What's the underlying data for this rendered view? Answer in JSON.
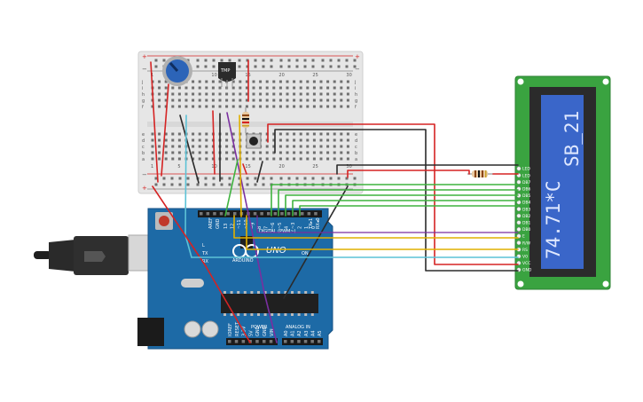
{
  "breadboard": {
    "rail_plus": "+",
    "rail_minus": "−",
    "column_numbers": [
      "1",
      "5",
      "10",
      "15",
      "20",
      "25",
      "30"
    ],
    "row_letters_top": [
      "j",
      "i",
      "h",
      "g",
      "f"
    ],
    "row_letters_bottom": [
      "e",
      "d",
      "c",
      "b",
      "a"
    ]
  },
  "sensor": {
    "label": "TMP"
  },
  "arduino": {
    "brand": "ARDUINO",
    "model": "UNO",
    "digital_header": "DIGITAL (PWM~)",
    "analog_header": "ANALOG IN",
    "power_header": "POWER",
    "reset_label": "RESET",
    "aref": "AREF",
    "gnd": "GND",
    "on_label": "ON",
    "tx": "TX",
    "rx": "RX",
    "l_label": "L",
    "txrx_side": "TX▸1",
    "rx_side": "RX◂0",
    "digital_pins": [
      "13",
      "12",
      "~11",
      "~10",
      "~9",
      "8",
      "7",
      "~6",
      "~5",
      "4",
      "~3",
      "2",
      "1",
      "0"
    ],
    "analog_pins": [
      "A0",
      "A1",
      "A2",
      "A3",
      "A4",
      "A5"
    ],
    "power_pins": [
      "IOREF",
      "RESET",
      "3.3V",
      "5V",
      "GND",
      "GND",
      "VIN"
    ]
  },
  "lcd": {
    "line1": "74.71*C",
    "line2": "SB_21",
    "pins": [
      "LED",
      "LED",
      "DB7",
      "DB6",
      "DB5",
      "DB4",
      "DB3",
      "DB2",
      "DB1",
      "DB0",
      "E",
      "R/W",
      "RS",
      "V0",
      "VCC",
      "GND"
    ]
  },
  "colors": {
    "wire_red": "#d52323",
    "wire_black": "#2b2b2b",
    "wire_green": "#3fb33f",
    "wire_yellow": "#e0b000",
    "wire_cyan": "#5cc2d6",
    "wire_purple": "#7a2fa0",
    "board_blue": "#1d6aa6",
    "lcd_green": "#3aa340",
    "lcd_screen": "#3a66c9"
  }
}
